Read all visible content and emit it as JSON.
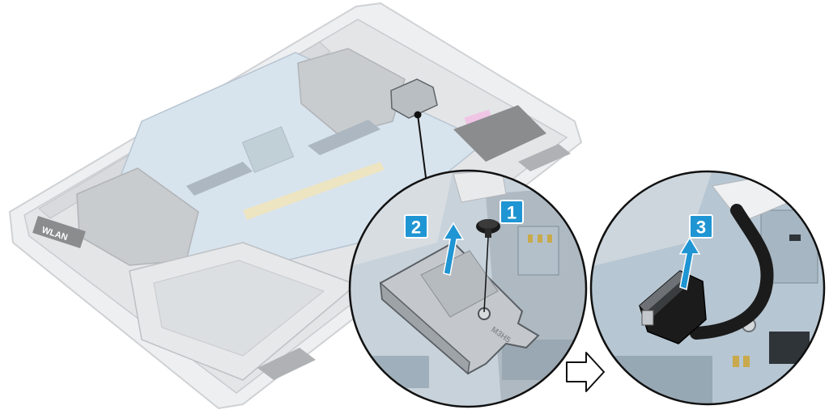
{
  "steps": [
    {
      "number": "1"
    },
    {
      "number": "2"
    },
    {
      "number": "3"
    }
  ],
  "board_labels": {
    "wlan": "WLAN",
    "bracket_marking": "M3H5"
  },
  "colors": {
    "accent": "#1f95d3",
    "board_blue": "#b8cde0",
    "chassis_gray": "#d9dbde",
    "bracket_silver": "#c4c8cc",
    "cable_black": "#1b1b1b",
    "pink_pad": "#e98fd0"
  }
}
